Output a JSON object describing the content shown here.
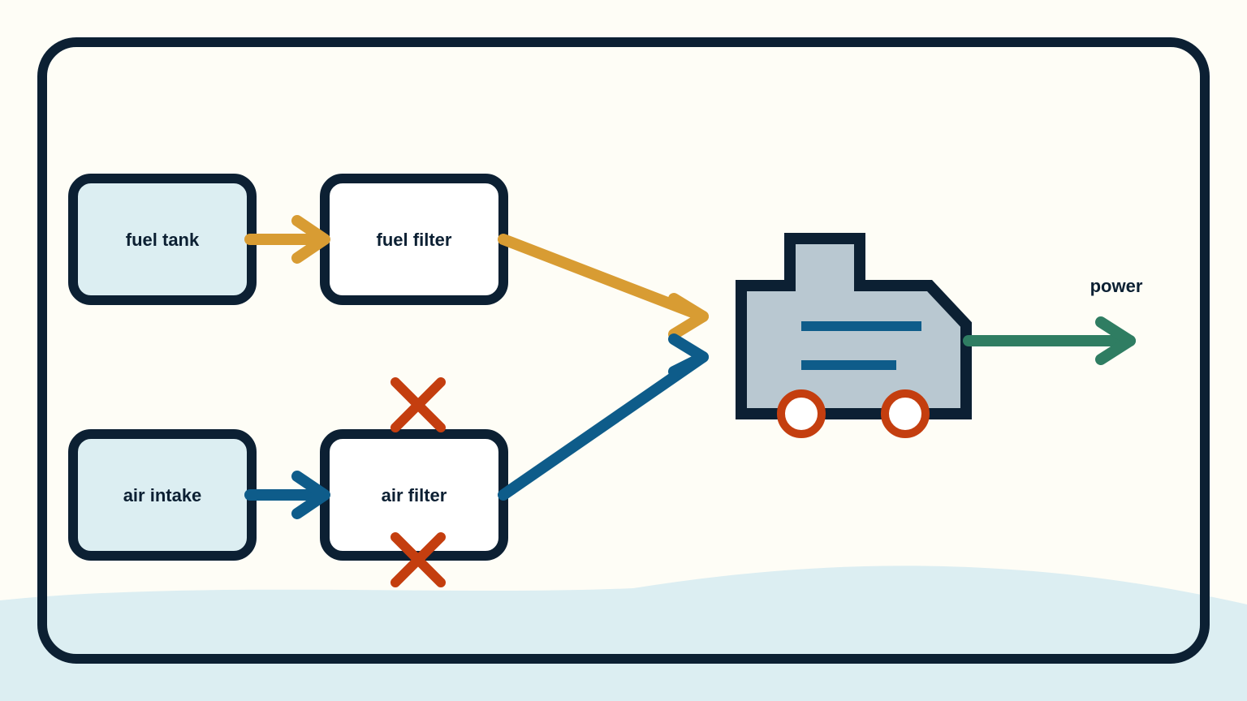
{
  "colors": {
    "background": "#FEFDF6",
    "wave": "#DCEEF2",
    "outline": "#0C2033",
    "source_fill": "#DCEEF2",
    "filter_fill": "#FFFFFF",
    "fuel_arrow": "#D89C33",
    "air_arrow": "#0E5C8A",
    "power_arrow": "#2F7D62",
    "blocked_mark": "#C43E0F",
    "engine_fill": "#B9C8D1",
    "engine_lines": "#0E5C8A",
    "wheel_ring": "#C43E0F"
  },
  "nodes": {
    "fuel_tank": "fuel tank",
    "fuel_filter": "fuel filter",
    "air_intake": "air intake",
    "air_filter": "air filter"
  },
  "output": {
    "label": "power"
  },
  "icons": {
    "engine": "generator-icon",
    "blocked": "x-mark-icon"
  }
}
